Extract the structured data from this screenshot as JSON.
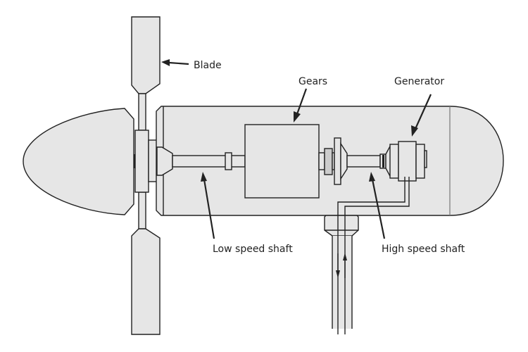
{
  "diagram": {
    "title": "Wind turbine nacelle components",
    "labels": {
      "blade": "Blade",
      "gears": "Gears",
      "generator": "Generator",
      "low_speed_shaft": "Low speed shaft",
      "high_speed_shaft": "High speed shaft"
    },
    "colors": {
      "fill": "#e6e6e6",
      "coupling_fill": "#cccccc",
      "stroke": "#222222",
      "background": "#ffffff"
    }
  }
}
